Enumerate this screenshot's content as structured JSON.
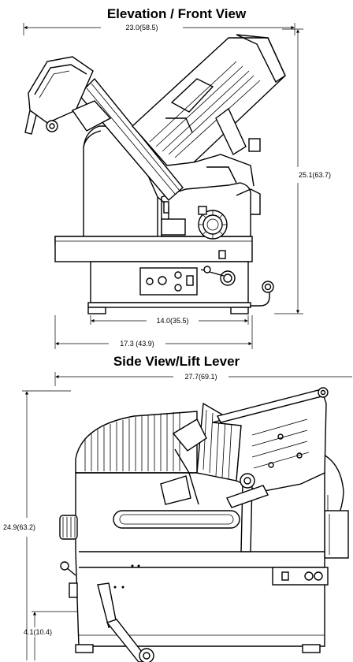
{
  "front_view": {
    "title": "Elevation / Front View",
    "dims": {
      "overall_width": "23.0(58.5)",
      "overall_height": "25.1(63.7)",
      "base_width": "14.0(35.5)",
      "foot_width": "17.3 (43.9)"
    }
  },
  "side_view": {
    "title": "Side View/Lift Lever",
    "dims": {
      "overall_width": "27.7(69.1)",
      "overall_height": "24.9(63.2)",
      "foot_height": "4.1(10.4)"
    }
  }
}
